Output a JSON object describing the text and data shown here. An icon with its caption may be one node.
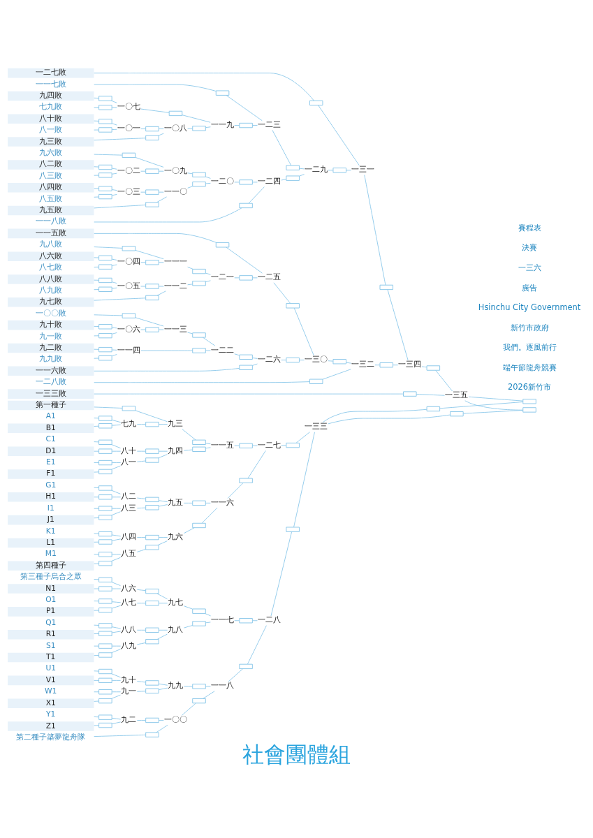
{
  "diagram": {
    "title": "社會團體組",
    "nodes": [
      {
        "text": [
          "第一種子"
        ]
      },
      {
        "text": [
          "A1"
        ]
      },
      {
        "text": [
          "B1"
        ]
      },
      {
        "text": [
          "C1"
        ]
      },
      {
        "text": [
          "D1"
        ]
      },
      {
        "text": [
          "E1"
        ]
      },
      {
        "text": [
          "F1"
        ]
      },
      {
        "text": [
          "G1"
        ]
      },
      {
        "text": [
          "H1"
        ]
      },
      {
        "text": [
          "I1"
        ]
      },
      {
        "text": [
          "J1"
        ]
      },
      {
        "text": [
          "K1"
        ]
      },
      {
        "text": [
          "L1"
        ]
      },
      {
        "text": [
          "M1"
        ]
      },
      {
        "text": [
          "第四種子"
        ]
      },
      {
        "text": [
          "第三種子烏合之眾"
        ]
      },
      {
        "text": [
          "N1"
        ]
      },
      {
        "text": [
          "O1"
        ]
      },
      {
        "text": [
          "P1"
        ]
      },
      {
        "text": [
          "Q1"
        ]
      },
      {
        "text": [
          "R1"
        ]
      },
      {
        "text": [
          "S1"
        ]
      },
      {
        "text": [
          "T1"
        ]
      },
      {
        "text": [
          "U1"
        ]
      },
      {
        "text": [
          "V1"
        ]
      },
      {
        "text": [
          "W1"
        ]
      },
      {
        "text": [
          "X1"
        ]
      },
      {
        "text": [
          "Y1"
        ]
      },
      {
        "text": [
          "Z1"
        ]
      },
      {
        "text": [
          "第二種子築夢龍舟隊"
        ]
      },
      {
        "text": [
          "一二七敗"
        ]
      },
      {
        "text": [
          "一一七敗"
        ]
      },
      {
        "text": [
          "九四敗"
        ]
      },
      {
        "text": [
          "七九敗"
        ]
      },
      {
        "text": [
          "八十敗"
        ]
      },
      {
        "text": [
          "八一敗"
        ]
      },
      {
        "text": [
          "九三敗"
        ]
      },
      {
        "text": [
          "九六敗"
        ]
      },
      {
        "text": [
          "八二敗"
        ]
      },
      {
        "text": [
          "八三敗"
        ]
      },
      {
        "text": [
          "八四敗"
        ]
      },
      {
        "text": [
          "八五敗"
        ]
      },
      {
        "text": [
          "九五敗"
        ]
      },
      {
        "text": [
          "一一八敗"
        ]
      },
      {
        "text": [
          "一一五敗"
        ]
      },
      {
        "text": [
          "九八敗"
        ]
      },
      {
        "text": [
          "八六敗"
        ]
      },
      {
        "text": [
          "八七敗"
        ]
      },
      {
        "text": [
          "八八敗"
        ]
      },
      {
        "text": [
          "八九敗"
        ]
      },
      {
        "text": [
          "九七敗"
        ]
      },
      {
        "text": [
          "一〇〇敗"
        ]
      },
      {
        "text": [
          "九十敗"
        ]
      },
      {
        "text": [
          "九一敗"
        ]
      },
      {
        "text": [
          "九二敗"
        ]
      },
      {
        "text": [
          "九九敗"
        ]
      },
      {
        "text": [
          "一一六敗"
        ]
      },
      {
        "text": [
          "一二八敗"
        ]
      },
      {
        "text": [
          "一三三敗"
        ]
      },
      {
        "text": [
          "七九"
        ]
      },
      {
        "text": [
          "八十"
        ]
      },
      {
        "text": [
          "八一"
        ]
      },
      {
        "text": [
          "八二"
        ]
      },
      {
        "text": [
          "八三"
        ]
      },
      {
        "text": [
          "八四"
        ]
      },
      {
        "text": [
          "八五"
        ]
      },
      {
        "text": [
          "八六"
        ]
      },
      {
        "text": [
          "八七"
        ]
      },
      {
        "text": [
          "八八"
        ]
      },
      {
        "text": [
          "八九"
        ]
      },
      {
        "text": [
          "九十"
        ]
      },
      {
        "text": [
          "九一"
        ]
      },
      {
        "text": [
          "九二"
        ]
      },
      {
        "text": [
          "九三"
        ]
      },
      {
        "text": [
          "九四"
        ]
      },
      {
        "text": [
          "九五"
        ]
      },
      {
        "text": [
          "九六"
        ]
      },
      {
        "text": [
          "九七"
        ]
      },
      {
        "text": [
          "九八"
        ]
      },
      {
        "text": [
          "九九"
        ]
      },
      {
        "text": [
          "一〇〇"
        ]
      },
      {
        "text": [
          "一〇一"
        ]
      },
      {
        "text": [
          "一〇二"
        ]
      },
      {
        "text": [
          "一〇三"
        ]
      },
      {
        "text": [
          "一〇四"
        ]
      },
      {
        "text": [
          "一〇五"
        ]
      },
      {
        "text": [
          "一〇六"
        ]
      },
      {
        "text": [
          "一〇七"
        ]
      },
      {
        "text": [
          "一〇八"
        ]
      },
      {
        "text": [
          "一〇九"
        ]
      },
      {
        "text": [
          "一一〇"
        ]
      },
      {
        "text": [
          "一一一"
        ]
      },
      {
        "text": [
          "一一二"
        ]
      },
      {
        "text": [
          "一一三"
        ]
      },
      {
        "text": [
          "一一四"
        ]
      },
      {
        "text": [
          "一一五"
        ]
      },
      {
        "text": [
          "一一六"
        ]
      },
      {
        "text": [
          "一一七"
        ]
      },
      {
        "text": [
          "一一八"
        ]
      },
      {
        "text": [
          "一一九"
        ]
      },
      {
        "text": [
          "一二〇"
        ]
      },
      {
        "text": [
          "一二一"
        ]
      },
      {
        "text": [
          "一二二"
        ]
      },
      {
        "text": [
          "一二三"
        ]
      },
      {
        "text": [
          "一二四"
        ]
      },
      {
        "text": [
          "一二五"
        ]
      },
      {
        "text": [
          "一二六"
        ]
      },
      {
        "text": [
          "一二七"
        ]
      },
      {
        "text": [
          "一二八"
        ]
      },
      {
        "text": [
          "一二九"
        ]
      },
      {
        "text": [
          "一三〇"
        ]
      },
      {
        "text": [
          "一三一"
        ]
      },
      {
        "text": [
          "一三二"
        ]
      },
      {
        "text": [
          "一三三"
        ]
      },
      {
        "text": [
          "一三四"
        ]
      },
      {
        "text": [
          "一三五"
        ]
      },
      {
        "text": [],
        "shape": "box"
      },
      {
        "text": [],
        "shape": "box"
      },
      {
        "text": [],
        "shape": "box"
      },
      {
        "text": [],
        "shape": "box"
      },
      {
        "text": [],
        "shape": "box"
      },
      {
        "text": [],
        "shape": "box"
      },
      {
        "text": [],
        "shape": "box"
      },
      {
        "text": [],
        "shape": "box"
      },
      {
        "text": [],
        "shape": "box"
      },
      {
        "text": [],
        "shape": "box"
      },
      {
        "text": [],
        "shape": "box"
      },
      {
        "text": [],
        "shape": "box"
      },
      {
        "text": [],
        "shape": "box"
      },
      {
        "text": [],
        "shape": "box"
      },
      {
        "text": [],
        "shape": "box"
      },
      {
        "text": [],
        "shape": "box"
      },
      {
        "text": [],
        "shape": "box"
      },
      {
        "text": [],
        "shape": "box"
      },
      {
        "text": [],
        "shape": "box"
      },
      {
        "text": [],
        "shape": "box"
      },
      {
        "text": [],
        "shape": "box"
      },
      {
        "text": [],
        "shape": "box"
      },
      {
        "text": [],
        "shape": "box"
      },
      {
        "text": [],
        "shape": "box"
      },
      {
        "text": [],
        "shape": "box"
      },
      {
        "text": [],
        "shape": "box"
      },
      {
        "text": [],
        "shape": "box"
      },
      {
        "text": [],
        "shape": "box"
      },
      {
        "text": [],
        "shape": "box"
      },
      {
        "text": [],
        "shape": "box"
      },
      {
        "text": [],
        "shape": "box"
      },
      {
        "text": [],
        "shape": "box"
      },
      {
        "text": [],
        "shape": "box"
      },
      {
        "text": [],
        "shape": "box"
      },
      {
        "text": [],
        "shape": "box"
      },
      {
        "text": [],
        "shape": "box"
      },
      {
        "text": [],
        "shape": "box"
      },
      {
        "text": [],
        "shape": "box"
      },
      {
        "text": [],
        "shape": "box"
      },
      {
        "text": [],
        "shape": "box"
      },
      {
        "text": [],
        "shape": "box"
      },
      {
        "text": [],
        "shape": "box"
      },
      {
        "text": [],
        "shape": "box"
      },
      {
        "text": [],
        "shape": "box"
      },
      {
        "text": [],
        "shape": "box"
      },
      {
        "text": [],
        "shape": "box"
      },
      {
        "text": [],
        "shape": "box"
      },
      {
        "text": [],
        "shape": "box"
      },
      {
        "text": [],
        "shape": "box"
      },
      {
        "text": [],
        "shape": "box"
      },
      {
        "text": [],
        "shape": "box"
      },
      {
        "text": [],
        "shape": "box"
      },
      {
        "text": [],
        "shape": "box"
      },
      {
        "text": [],
        "shape": "box"
      },
      {
        "text": [],
        "shape": "box"
      },
      {
        "text": [],
        "shape": "box"
      },
      {
        "text": [],
        "shape": "box"
      },
      {
        "text": [],
        "shape": "box"
      },
      {
        "text": [],
        "shape": "box"
      },
      {
        "text": [],
        "shape": "box"
      },
      {
        "text": [],
        "shape": "box"
      },
      {
        "text": [],
        "shape": "box"
      },
      {
        "text": [],
        "shape": "box"
      },
      {
        "text": [],
        "shape": "box"
      },
      {
        "text": [],
        "shape": "box"
      },
      {
        "text": [],
        "shape": "box"
      },
      {
        "text": [],
        "shape": "box"
      },
      {
        "text": [],
        "shape": "box"
      },
      {
        "text": [],
        "shape": "box"
      },
      {
        "text": [],
        "shape": "box"
      },
      {
        "text": [],
        "shape": "box"
      },
      {
        "text": [],
        "shape": "box"
      },
      {
        "text": [],
        "shape": "box"
      },
      {
        "text": [],
        "shape": "box"
      },
      {
        "text": [],
        "shape": "box"
      },
      {
        "text": [],
        "shape": "box"
      },
      {
        "text": [],
        "shape": "box"
      },
      {
        "text": [],
        "shape": "box"
      },
      {
        "text": [],
        "shape": "box"
      },
      {
        "text": [],
        "shape": "box"
      },
      {
        "text": [],
        "shape": "box"
      },
      {
        "text": [],
        "shape": "box"
      },
      {
        "text": [],
        "shape": "box"
      },
      {
        "text": [],
        "shape": "box"
      },
      {
        "text": [],
        "shape": "box"
      },
      {
        "text": [],
        "shape": "box"
      },
      {
        "text": [],
        "shape": "box"
      },
      {
        "text": [],
        "shape": "box"
      },
      {
        "text": [],
        "shape": "box"
      },
      {
        "text": [],
        "shape": "box"
      },
      {
        "text": [],
        "shape": "box"
      },
      {
        "text": [],
        "shape": "box"
      },
      {
        "text": [],
        "shape": "box"
      },
      {
        "text": [],
        "shape": "box"
      },
      {
        "text": [],
        "shape": "box"
      },
      {
        "text": [],
        "shape": "box"
      },
      {
        "text": [],
        "shape": "box"
      },
      {
        "text": [],
        "shape": "box"
      },
      {
        "text": [],
        "shape": "box"
      },
      {
        "text": [],
        "shape": "box"
      },
      {
        "text": [],
        "shape": "box"
      },
      {
        "text": [],
        "shape": "box"
      },
      {
        "text": [],
        "shape": "box"
      },
      {
        "text": [],
        "shape": "box"
      },
      {
        "text": [],
        "shape": "box"
      },
      {
        "text": [],
        "shape": "box"
      },
      {
        "text": [],
        "shape": "box"
      },
      {
        "text": [],
        "shape": "box"
      },
      {
        "text": [],
        "shape": "box"
      },
      {
        "text": [],
        "shape": "box"
      },
      {
        "text": [],
        "shape": "box"
      },
      {
        "text": [],
        "shape": "box"
      },
      {
        "text": [],
        "shape": "box"
      },
      {
        "text": [],
        "shape": "box"
      },
      {
        "text": [],
        "shape": "box"
      },
      {
        "text": [],
        "shape": "box"
      },
      {
        "text": [],
        "shape": "box"
      },
      {
        "text": [],
        "shape": "box"
      }
    ],
    "edges": [
      {
        "from": 1,
        "to": 116,
        "arrow": "none"
      },
      {
        "from": 2,
        "to": 117,
        "arrow": "none"
      },
      {
        "from": 116,
        "to": 59,
        "arrow": "none"
      },
      {
        "from": 117,
        "to": 59,
        "arrow": "none"
      },
      {
        "from": 3,
        "to": 118,
        "arrow": "none"
      },
      {
        "from": 4,
        "to": 119,
        "arrow": "none"
      },
      {
        "from": 118,
        "to": 60,
        "arrow": "none"
      },
      {
        "from": 119,
        "to": 60,
        "arrow": "none"
      },
      {
        "from": 5,
        "to": 120,
        "arrow": "none"
      },
      {
        "from": 6,
        "to": 121,
        "arrow": "none"
      },
      {
        "from": 120,
        "to": 61,
        "arrow": "none"
      },
      {
        "from": 121,
        "to": 61,
        "arrow": "none"
      },
      {
        "from": 7,
        "to": 122,
        "arrow": "none"
      },
      {
        "from": 8,
        "to": 123,
        "arrow": "none"
      },
      {
        "from": 122,
        "to": 62,
        "arrow": "none"
      },
      {
        "from": 123,
        "to": 62,
        "arrow": "none"
      },
      {
        "from": 9,
        "to": 124,
        "arrow": "none"
      },
      {
        "from": 10,
        "to": 125,
        "arrow": "none"
      },
      {
        "from": 124,
        "to": 63,
        "arrow": "none"
      },
      {
        "from": 125,
        "to": 63,
        "arrow": "none"
      },
      {
        "from": 11,
        "to": 126,
        "arrow": "none"
      },
      {
        "from": 12,
        "to": 127,
        "arrow": "none"
      },
      {
        "from": 126,
        "to": 64,
        "arrow": "none"
      },
      {
        "from": 127,
        "to": 64,
        "arrow": "none"
      },
      {
        "from": 13,
        "to": 128,
        "arrow": "none"
      },
      {
        "from": 14,
        "to": 129,
        "arrow": "none"
      },
      {
        "from": 128,
        "to": 65,
        "arrow": "none"
      },
      {
        "from": 129,
        "to": 65,
        "arrow": "none"
      },
      {
        "from": 15,
        "to": 130,
        "arrow": "none"
      },
      {
        "from": 16,
        "to": 131,
        "arrow": "none"
      },
      {
        "from": 130,
        "to": 66,
        "arrow": "none"
      },
      {
        "from": 131,
        "to": 66,
        "arrow": "none"
      },
      {
        "from": 17,
        "to": 132,
        "arrow": "none"
      },
      {
        "from": 18,
        "to": 133,
        "arrow": "none"
      },
      {
        "from": 132,
        "to": 67,
        "arrow": "none"
      },
      {
        "from": 133,
        "to": 67,
        "arrow": "none"
      },
      {
        "from": 19,
        "to": 134,
        "arrow": "none"
      },
      {
        "from": 20,
        "to": 135,
        "arrow": "none"
      },
      {
        "from": 134,
        "to": 68,
        "arrow": "none"
      },
      {
        "from": 135,
        "to": 68,
        "arrow": "none"
      },
      {
        "from": 21,
        "to": 136,
        "arrow": "none"
      },
      {
        "from": 22,
        "to": 137,
        "arrow": "none"
      },
      {
        "from": 136,
        "to": 69,
        "arrow": "none"
      },
      {
        "from": 137,
        "to": 69,
        "arrow": "none"
      },
      {
        "from": 23,
        "to": 138,
        "arrow": "none"
      },
      {
        "from": 24,
        "to": 139,
        "arrow": "none"
      },
      {
        "from": 138,
        "to": 70,
        "arrow": "none"
      },
      {
        "from": 139,
        "to": 70,
        "arrow": "none"
      },
      {
        "from": 25,
        "to": 140,
        "arrow": "none"
      },
      {
        "from": 26,
        "to": 141,
        "arrow": "none"
      },
      {
        "from": 140,
        "to": 71,
        "arrow": "none"
      },
      {
        "from": 141,
        "to": 71,
        "arrow": "none"
      },
      {
        "from": 27,
        "to": 142,
        "arrow": "none"
      },
      {
        "from": 28,
        "to": 143,
        "arrow": "none"
      },
      {
        "from": 142,
        "to": 72,
        "arrow": "none"
      },
      {
        "from": 143,
        "to": 72,
        "arrow": "none"
      },
      {
        "from": 0,
        "to": 144,
        "arrow": "none"
      },
      {
        "from": 59,
        "to": 145,
        "arrow": "none"
      },
      {
        "from": 144,
        "to": 73,
        "arrow": "none"
      },
      {
        "from": 145,
        "to": 73,
        "arrow": "none"
      },
      {
        "from": 60,
        "to": 146,
        "arrow": "none"
      },
      {
        "from": 61,
        "to": 147,
        "arrow": "none"
      },
      {
        "from": 146,
        "to": 74,
        "arrow": "none"
      },
      {
        "from": 147,
        "to": 74,
        "arrow": "none"
      },
      {
        "from": 62,
        "to": 148,
        "arrow": "none"
      },
      {
        "from": 63,
        "to": 149,
        "arrow": "none"
      },
      {
        "from": 148,
        "to": 75,
        "arrow": "none"
      },
      {
        "from": 149,
        "to": 75,
        "arrow": "none"
      },
      {
        "from": 64,
        "to": 150,
        "arrow": "none"
      },
      {
        "from": 65,
        "to": 151,
        "arrow": "none"
      },
      {
        "from": 150,
        "to": 76,
        "arrow": "none"
      },
      {
        "from": 151,
        "to": 76,
        "arrow": "none"
      },
      {
        "from": 66,
        "to": 152,
        "arrow": "none"
      },
      {
        "from": 67,
        "to": 153,
        "arrow": "none"
      },
      {
        "from": 152,
        "to": 77,
        "arrow": "none"
      },
      {
        "from": 153,
        "to": 77,
        "arrow": "none"
      },
      {
        "from": 68,
        "to": 154,
        "arrow": "none"
      },
      {
        "from": 69,
        "to": 155,
        "arrow": "none"
      },
      {
        "from": 154,
        "to": 78,
        "arrow": "none"
      },
      {
        "from": 155,
        "to": 78,
        "arrow": "none"
      },
      {
        "from": 70,
        "to": 156,
        "arrow": "none"
      },
      {
        "from": 71,
        "to": 157,
        "arrow": "none"
      },
      {
        "from": 156,
        "to": 79,
        "arrow": "none"
      },
      {
        "from": 157,
        "to": 79,
        "arrow": "none"
      },
      {
        "from": 72,
        "to": 158,
        "arrow": "none"
      },
      {
        "from": 29,
        "to": 159,
        "arrow": "none"
      },
      {
        "from": 158,
        "to": 80,
        "arrow": "none"
      },
      {
        "from": 159,
        "to": 80,
        "arrow": "none"
      },
      {
        "from": 34,
        "to": 160,
        "arrow": "none"
      },
      {
        "from": 35,
        "to": 161,
        "arrow": "none"
      },
      {
        "from": 160,
        "to": 81,
        "arrow": "none"
      },
      {
        "from": 161,
        "to": 81,
        "arrow": "none"
      },
      {
        "from": 38,
        "to": 162,
        "arrow": "none"
      },
      {
        "from": 39,
        "to": 163,
        "arrow": "none"
      },
      {
        "from": 162,
        "to": 82,
        "arrow": "none"
      },
      {
        "from": 163,
        "to": 82,
        "arrow": "none"
      },
      {
        "from": 40,
        "to": 164,
        "arrow": "none"
      },
      {
        "from": 41,
        "to": 165,
        "arrow": "none"
      },
      {
        "from": 164,
        "to": 83,
        "arrow": "none"
      },
      {
        "from": 165,
        "to": 83,
        "arrow": "none"
      },
      {
        "from": 46,
        "to": 166,
        "arrow": "none"
      },
      {
        "from": 47,
        "to": 167,
        "arrow": "none"
      },
      {
        "from": 166,
        "to": 84,
        "arrow": "none"
      },
      {
        "from": 167,
        "to": 84,
        "arrow": "none"
      },
      {
        "from": 48,
        "to": 168,
        "arrow": "none"
      },
      {
        "from": 49,
        "to": 169,
        "arrow": "none"
      },
      {
        "from": 168,
        "to": 85,
        "arrow": "none"
      },
      {
        "from": 169,
        "to": 85,
        "arrow": "none"
      },
      {
        "from": 52,
        "to": 170,
        "arrow": "none"
      },
      {
        "from": 53,
        "to": 171,
        "arrow": "none"
      },
      {
        "from": 170,
        "to": 86,
        "arrow": "none"
      },
      {
        "from": 171,
        "to": 86,
        "arrow": "none"
      },
      {
        "from": 32,
        "to": 172,
        "arrow": "none"
      },
      {
        "from": 33,
        "to": 173,
        "arrow": "none"
      },
      {
        "from": 172,
        "to": 87,
        "arrow": "none"
      },
      {
        "from": 173,
        "to": 87,
        "arrow": "none"
      },
      {
        "from": 81,
        "to": 174,
        "arrow": "none"
      },
      {
        "from": 36,
        "to": 175,
        "arrow": "none"
      },
      {
        "from": 174,
        "to": 88,
        "arrow": "none"
      },
      {
        "from": 175,
        "to": 88,
        "arrow": "none"
      },
      {
        "from": 37,
        "to": 176,
        "arrow": "none"
      },
      {
        "from": 82,
        "to": 177,
        "arrow": "none"
      },
      {
        "from": 176,
        "to": 89,
        "arrow": "none"
      },
      {
        "from": 177,
        "to": 89,
        "arrow": "none"
      },
      {
        "from": 83,
        "to": 178,
        "arrow": "none"
      },
      {
        "from": 42,
        "to": 179,
        "arrow": "none"
      },
      {
        "from": 178,
        "to": 90,
        "arrow": "none"
      },
      {
        "from": 179,
        "to": 90,
        "arrow": "none"
      },
      {
        "from": 45,
        "to": 180,
        "arrow": "none"
      },
      {
        "from": 84,
        "to": 181,
        "arrow": "none"
      },
      {
        "from": 180,
        "to": 91,
        "arrow": "none"
      },
      {
        "from": 181,
        "to": 91,
        "arrow": "none"
      },
      {
        "from": 85,
        "to": 182,
        "arrow": "none"
      },
      {
        "from": 50,
        "to": 183,
        "arrow": "none"
      },
      {
        "from": 182,
        "to": 92,
        "arrow": "none"
      },
      {
        "from": 183,
        "to": 92,
        "arrow": "none"
      },
      {
        "from": 51,
        "to": 184,
        "arrow": "none"
      },
      {
        "from": 86,
        "to": 185,
        "arrow": "none"
      },
      {
        "from": 184,
        "to": 93,
        "arrow": "none"
      },
      {
        "from": 185,
        "to": 93,
        "arrow": "none"
      },
      {
        "from": 54,
        "to": 186,
        "arrow": "none"
      },
      {
        "from": 55,
        "to": 187,
        "arrow": "none"
      },
      {
        "from": 186,
        "to": 94,
        "arrow": "none"
      },
      {
        "from": 187,
        "to": 94,
        "arrow": "none"
      },
      {
        "from": 73,
        "to": 188,
        "arrow": "none"
      },
      {
        "from": 74,
        "to": 189,
        "arrow": "none"
      },
      {
        "from": 188,
        "to": 95,
        "arrow": "none"
      },
      {
        "from": 189,
        "to": 95,
        "arrow": "none"
      },
      {
        "from": 75,
        "to": 190,
        "arrow": "none"
      },
      {
        "from": 76,
        "to": 191,
        "arrow": "none"
      },
      {
        "from": 190,
        "to": 96,
        "arrow": "none"
      },
      {
        "from": 191,
        "to": 96,
        "arrow": "none"
      },
      {
        "from": 77,
        "to": 192,
        "arrow": "none"
      },
      {
        "from": 78,
        "to": 193,
        "arrow": "none"
      },
      {
        "from": 192,
        "to": 97,
        "arrow": "none"
      },
      {
        "from": 193,
        "to": 97,
        "arrow": "none"
      },
      {
        "from": 79,
        "to": 194,
        "arrow": "none"
      },
      {
        "from": 80,
        "to": 195,
        "arrow": "none"
      },
      {
        "from": 194,
        "to": 98,
        "arrow": "none"
      },
      {
        "from": 195,
        "to": 98,
        "arrow": "none"
      },
      {
        "from": 87,
        "to": 196,
        "arrow": "none"
      },
      {
        "from": 88,
        "to": 197,
        "arrow": "none"
      },
      {
        "from": 196,
        "to": 99,
        "arrow": "none"
      },
      {
        "from": 197,
        "to": 99,
        "arrow": "none"
      },
      {
        "from": 89,
        "to": 198,
        "arrow": "none"
      },
      {
        "from": 90,
        "to": 199,
        "arrow": "none"
      },
      {
        "from": 198,
        "to": 100,
        "arrow": "none"
      },
      {
        "from": 199,
        "to": 100,
        "arrow": "none"
      },
      {
        "from": 91,
        "to": 200,
        "arrow": "none"
      },
      {
        "from": 92,
        "to": 201,
        "arrow": "none"
      },
      {
        "from": 200,
        "to": 101,
        "arrow": "none"
      },
      {
        "from": 201,
        "to": 101,
        "arrow": "none"
      },
      {
        "from": 93,
        "to": 202,
        "arrow": "none"
      },
      {
        "from": 94,
        "to": 203,
        "arrow": "none"
      },
      {
        "from": 202,
        "to": 102,
        "arrow": "none"
      },
      {
        "from": 203,
        "to": 102,
        "arrow": "none"
      },
      {
        "from": 31,
        "to": 204,
        "arrow": "none"
      },
      {
        "from": 99,
        "to": 205,
        "arrow": "none"
      },
      {
        "from": 204,
        "to": 103,
        "arrow": "none"
      },
      {
        "from": 205,
        "to": 103,
        "arrow": "none"
      },
      {
        "from": 100,
        "to": 206,
        "arrow": "none"
      },
      {
        "from": 43,
        "to": 207,
        "arrow": "none"
      },
      {
        "from": 206,
        "to": 104,
        "arrow": "none"
      },
      {
        "from": 207,
        "to": 104,
        "arrow": "none"
      },
      {
        "from": 44,
        "to": 208,
        "arrow": "none"
      },
      {
        "from": 101,
        "to": 209,
        "arrow": "none"
      },
      {
        "from": 208,
        "to": 105,
        "arrow": "none"
      },
      {
        "from": 209,
        "to": 105,
        "arrow": "none"
      },
      {
        "from": 102,
        "to": 210,
        "arrow": "none"
      },
      {
        "from": 56,
        "to": 211,
        "arrow": "none"
      },
      {
        "from": 210,
        "to": 106,
        "arrow": "none"
      },
      {
        "from": 211,
        "to": 106,
        "arrow": "none"
      },
      {
        "from": 95,
        "to": 212,
        "arrow": "none"
      },
      {
        "from": 96,
        "to": 213,
        "arrow": "none"
      },
      {
        "from": 212,
        "to": 107,
        "arrow": "none"
      },
      {
        "from": 213,
        "to": 107,
        "arrow": "none"
      },
      {
        "from": 97,
        "to": 214,
        "arrow": "none"
      },
      {
        "from": 98,
        "to": 215,
        "arrow": "none"
      },
      {
        "from": 214,
        "to": 108,
        "arrow": "none"
      },
      {
        "from": 215,
        "to": 108,
        "arrow": "none"
      },
      {
        "from": 103,
        "to": 216,
        "arrow": "none"
      },
      {
        "from": 104,
        "to": 217,
        "arrow": "none"
      },
      {
        "from": 216,
        "to": 109,
        "arrow": "none"
      },
      {
        "from": 217,
        "to": 109,
        "arrow": "none"
      },
      {
        "from": 105,
        "to": 218,
        "arrow": "none"
      },
      {
        "from": 106,
        "to": 219,
        "arrow": "none"
      },
      {
        "from": 218,
        "to": 110,
        "arrow": "none"
      },
      {
        "from": 219,
        "to": 110,
        "arrow": "none"
      },
      {
        "from": 30,
        "to": 220,
        "arrow": "none"
      },
      {
        "from": 109,
        "to": 221,
        "arrow": "none"
      },
      {
        "from": 220,
        "to": 111,
        "arrow": "none"
      },
      {
        "from": 221,
        "to": 111,
        "arrow": "none"
      },
      {
        "from": 110,
        "to": 222,
        "arrow": "none"
      },
      {
        "from": 57,
        "to": 223,
        "arrow": "none"
      },
      {
        "from": 222,
        "to": 112,
        "arrow": "none"
      },
      {
        "from": 223,
        "to": 112,
        "arrow": "none"
      },
      {
        "from": 107,
        "to": 224,
        "arrow": "none"
      },
      {
        "from": 108,
        "to": 225,
        "arrow": "none"
      },
      {
        "from": 224,
        "to": 113,
        "arrow": "none"
      },
      {
        "from": 225,
        "to": 113,
        "arrow": "none"
      },
      {
        "from": 111,
        "to": 226,
        "arrow": "none"
      },
      {
        "from": 112,
        "to": 227,
        "arrow": "none"
      },
      {
        "from": 226,
        "to": 114,
        "arrow": "none"
      },
      {
        "from": 227,
        "to": 114,
        "arrow": "none"
      },
      {
        "from": 114,
        "to": 228,
        "arrow": "none"
      },
      {
        "from": 58,
        "to": 229,
        "arrow": "none"
      },
      {
        "from": 228,
        "to": 115,
        "arrow": "none"
      },
      {
        "from": 229,
        "to": 115,
        "arrow": "none"
      },
      {
        "from": 113,
        "to": 230,
        "arrow": "none"
      },
      {
        "from": 113,
        "to": 231,
        "arrow": "none"
      },
      {
        "from": 115,
        "to": 232,
        "arrow": "none"
      },
      {
        "from": 115,
        "to": 233,
        "arrow": "none"
      },
      {
        "from": 230,
        "to": 232,
        "arrow": "none"
      },
      {
        "from": 231,
        "to": 233,
        "arrow": "none"
      }
    ],
    "labels": [
      "2026新竹市",
      "端午節龍舟競賽",
      "我們。逐風前行",
      "新竹市政府",
      "Hsinchu City Government",
      "廣告",
      "一三六",
      "決賽",
      "賽程表"
    ]
  }
}
